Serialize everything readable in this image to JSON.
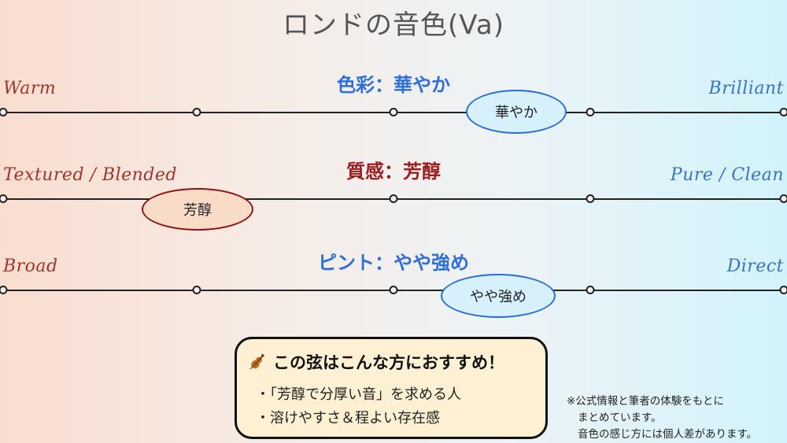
{
  "title": "ロンドの音色(Va)",
  "colors": {
    "blue_accent": "#2f6fdb",
    "red_accent": "#9b1d1d",
    "ellipse_blue_fill": "#d7f1fc",
    "ellipse_red_fill": "#f8dcc7",
    "panel_fill": "#fdf0d3"
  },
  "rows": [
    {
      "heading": "色彩：華やか",
      "left_label": "Warm",
      "right_label": "Brilliant",
      "badge": "華やか",
      "position": 0.66
    },
    {
      "heading": "質感：芳醇",
      "left_label": "Textured / Blended",
      "right_label": "Pure / Clean",
      "badge": "芳醇",
      "position": 0.25
    },
    {
      "heading": "ピント：やや強め",
      "left_label": "Broad",
      "right_label": "Direct",
      "badge": "やや強め",
      "position": 0.63
    }
  ],
  "recommendation": {
    "icon": "violin-icon",
    "heading": "この弦はこんな方におすすめ！",
    "items": [
      "・「芳醇で分厚い音」を求める人",
      "・溶けやすさ＆程よい存在感"
    ]
  },
  "note": {
    "line1": "※公式情報と筆者の体験をもとに",
    "line2": "まとめています。",
    "line3": "音色の感じ方には個人差があります。"
  }
}
